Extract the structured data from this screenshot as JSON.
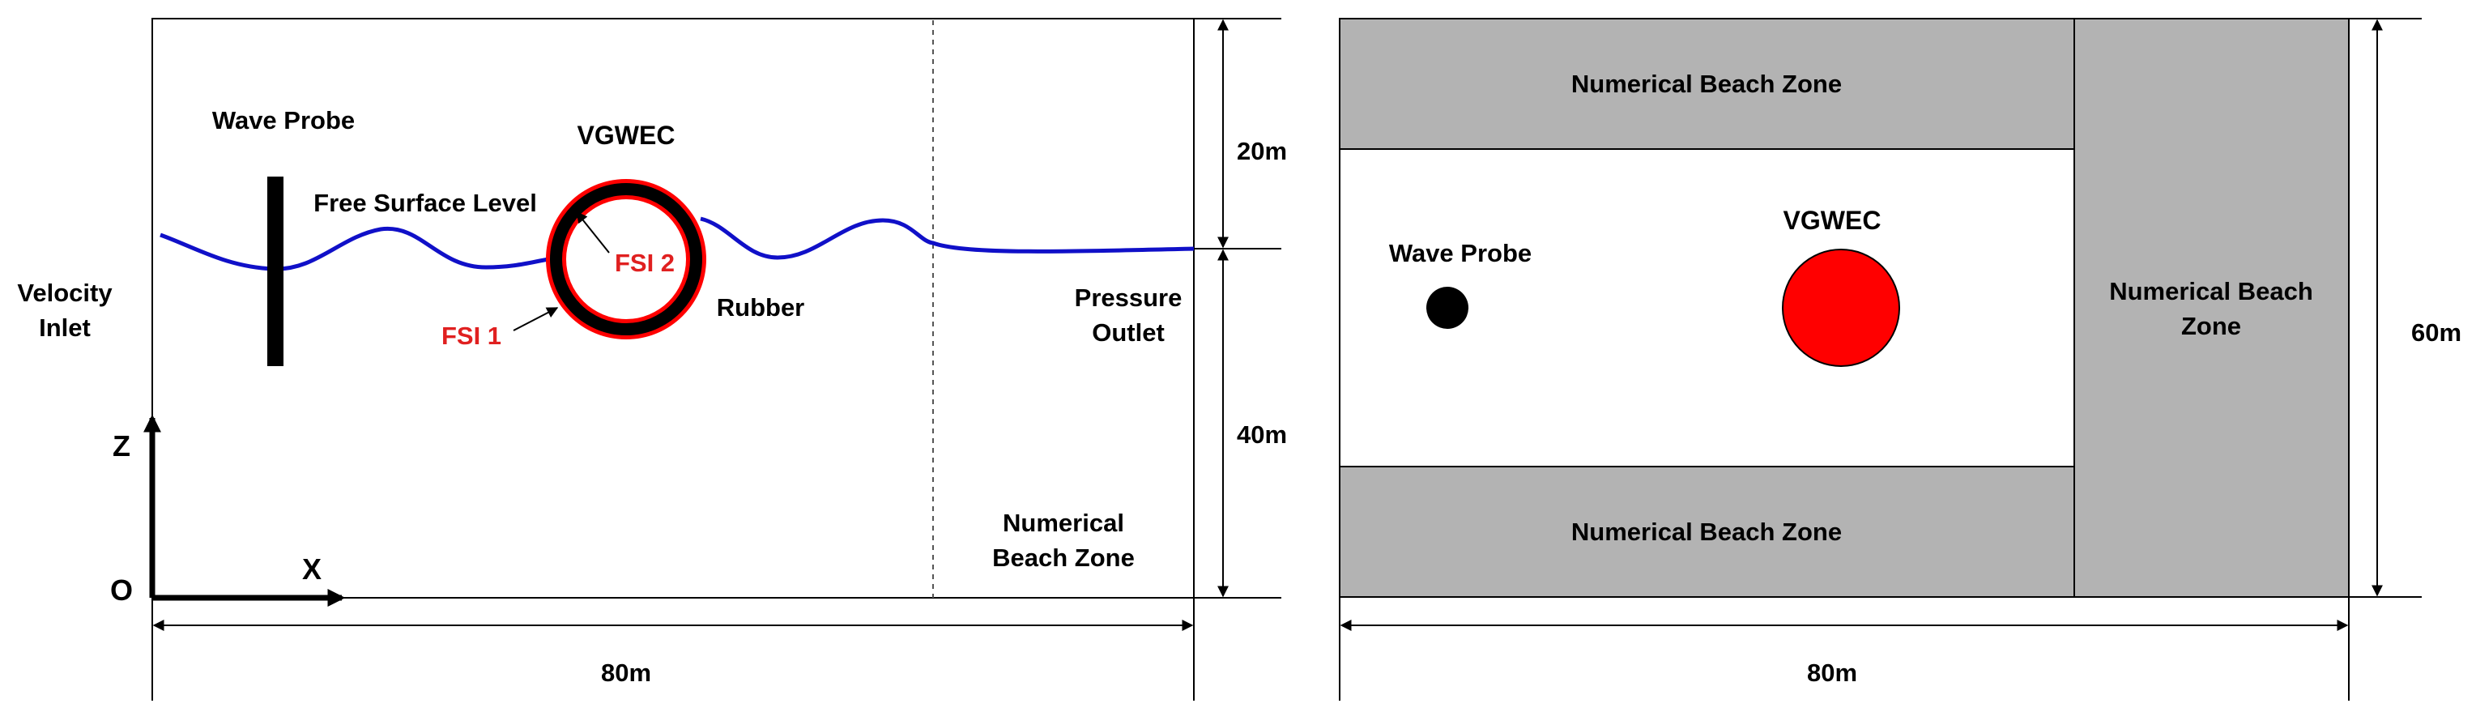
{
  "left_panel": {
    "velocity_inlet": [
      "Velocity",
      "Inlet"
    ],
    "wave_probe": "Wave Probe",
    "vgwec": "VGWEC",
    "free_surface": "Free Surface Level",
    "fsi2": "FSI 2",
    "fsi1": "FSI 1",
    "rubber": "Rubber",
    "pressure_outlet": [
      "Pressure",
      "Outlet"
    ],
    "beach_zone": [
      "Numerical",
      "Beach Zone"
    ],
    "dim_top": "20m",
    "dim_bottom": "40m",
    "dim_width": "80m",
    "axis_z": "Z",
    "axis_x": "X",
    "axis_o": "O"
  },
  "right_panel": {
    "beach_top": "Numerical Beach Zone",
    "beach_bottom": "Numerical Beach Zone",
    "beach_right": [
      "Numerical Beach",
      "Zone"
    ],
    "wave_probe": "Wave Probe",
    "vgwec": "VGWEC",
    "dim_height": "60m",
    "dim_width": "80m"
  },
  "colors": {
    "wave": "#1010c8",
    "accent_red": "#ff0000",
    "label_red": "#e02020",
    "beach_fill": "#b3b3b3",
    "line": "#000000"
  }
}
